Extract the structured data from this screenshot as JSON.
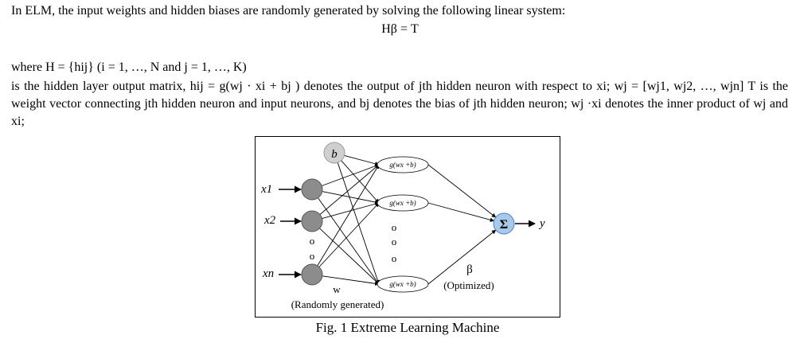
{
  "paragraph": {
    "line1": "In ELM, the input weights and hidden biases are randomly generated by solving the following linear system:",
    "equation": "Hβ = T",
    "where_line": "where H = {hij} (i = 1, …, N and j = 1, …, K)",
    "body": "is the hidden layer output matrix, hij = g(wj · xi + bj ) denotes the output of jth hidden neuron with respect to xi; wj = [wj1, wj2, …, wjn] T is the weight vector connecting jth hidden neuron and input neurons, and bj denotes the bias of jth hidden neuron; wj ·xi denotes the inner product of wj and xi;"
  },
  "figure": {
    "bias_label": "b",
    "inputs": [
      "x1",
      "x2",
      "xn"
    ],
    "input_dots": [
      "o",
      "o"
    ],
    "hidden_label": "g(wx +b)",
    "hidden_dots": [
      "o",
      "o",
      "o"
    ],
    "weight_label": "w",
    "weight_note": "(Randomly generated)",
    "beta_label": "β",
    "beta_note": "(Optimized)",
    "sum_symbol": "Σ",
    "output_label": "y",
    "node_fill": "#8c8c8c",
    "sum_fill": "#a9c9ea",
    "bias_fill": "#cfcfcf"
  },
  "caption": "Fig. 1 Extreme Learning Machine"
}
